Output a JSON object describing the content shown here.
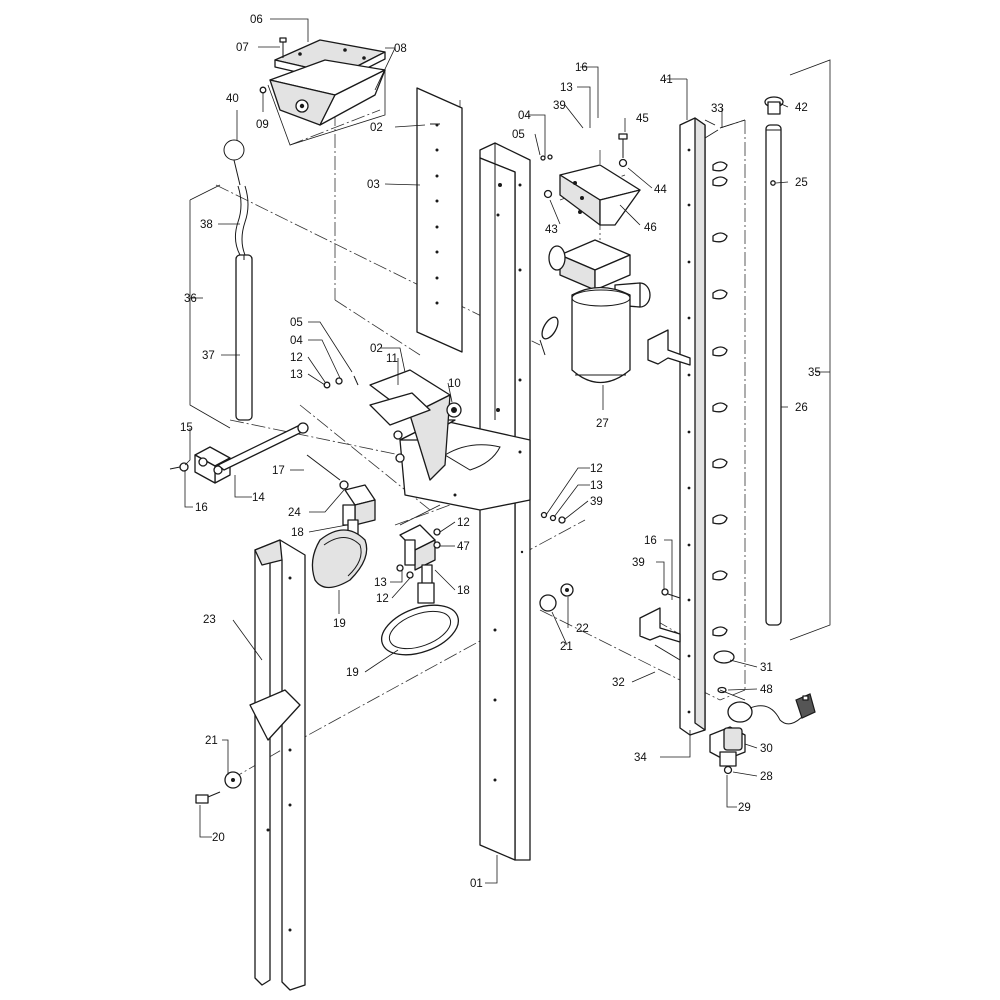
{
  "callouts": [
    {
      "id": "c01",
      "label": "01"
    },
    {
      "id": "c02a",
      "label": "02"
    },
    {
      "id": "c02b",
      "label": "02"
    },
    {
      "id": "c03",
      "label": "03"
    },
    {
      "id": "c04a",
      "label": "04"
    },
    {
      "id": "c04b",
      "label": "04"
    },
    {
      "id": "c05a",
      "label": "05"
    },
    {
      "id": "c05b",
      "label": "05"
    },
    {
      "id": "c06",
      "label": "06"
    },
    {
      "id": "c07",
      "label": "07"
    },
    {
      "id": "c08",
      "label": "08"
    },
    {
      "id": "c09",
      "label": "09"
    },
    {
      "id": "c10",
      "label": "10"
    },
    {
      "id": "c11",
      "label": "11"
    },
    {
      "id": "c12a",
      "label": "12"
    },
    {
      "id": "c12b",
      "label": "12"
    },
    {
      "id": "c12c",
      "label": "12"
    },
    {
      "id": "c12d",
      "label": "12"
    },
    {
      "id": "c13a",
      "label": "13"
    },
    {
      "id": "c13b",
      "label": "13"
    },
    {
      "id": "c13c",
      "label": "13"
    },
    {
      "id": "c13d",
      "label": "13"
    },
    {
      "id": "c14",
      "label": "14"
    },
    {
      "id": "c15",
      "label": "15"
    },
    {
      "id": "c16a",
      "label": "16"
    },
    {
      "id": "c16b",
      "label": "16"
    },
    {
      "id": "c16c",
      "label": "16"
    },
    {
      "id": "c17",
      "label": "17"
    },
    {
      "id": "c18a",
      "label": "18"
    },
    {
      "id": "c18b",
      "label": "18"
    },
    {
      "id": "c19a",
      "label": "19"
    },
    {
      "id": "c19b",
      "label": "19"
    },
    {
      "id": "c20",
      "label": "20"
    },
    {
      "id": "c21a",
      "label": "21"
    },
    {
      "id": "c21b",
      "label": "21"
    },
    {
      "id": "c22",
      "label": "22"
    },
    {
      "id": "c23",
      "label": "23"
    },
    {
      "id": "c24",
      "label": "24"
    },
    {
      "id": "c25",
      "label": "25"
    },
    {
      "id": "c26",
      "label": "26"
    },
    {
      "id": "c27",
      "label": "27"
    },
    {
      "id": "c28",
      "label": "28"
    },
    {
      "id": "c29",
      "label": "29"
    },
    {
      "id": "c30",
      "label": "30"
    },
    {
      "id": "c31",
      "label": "31"
    },
    {
      "id": "c32",
      "label": "32"
    },
    {
      "id": "c33",
      "label": "33"
    },
    {
      "id": "c34",
      "label": "34"
    },
    {
      "id": "c35",
      "label": "35"
    },
    {
      "id": "c36",
      "label": "36"
    },
    {
      "id": "c37",
      "label": "37"
    },
    {
      "id": "c38",
      "label": "38"
    },
    {
      "id": "c39a",
      "label": "39"
    },
    {
      "id": "c39b",
      "label": "39"
    },
    {
      "id": "c39c",
      "label": "39"
    },
    {
      "id": "c40",
      "label": "40"
    },
    {
      "id": "c41",
      "label": "41"
    },
    {
      "id": "c42",
      "label": "42"
    },
    {
      "id": "c43",
      "label": "43"
    },
    {
      "id": "c44",
      "label": "44"
    },
    {
      "id": "c45",
      "label": "45"
    },
    {
      "id": "c46",
      "label": "46"
    },
    {
      "id": "c47",
      "label": "47"
    },
    {
      "id": "c48",
      "label": "48"
    }
  ]
}
